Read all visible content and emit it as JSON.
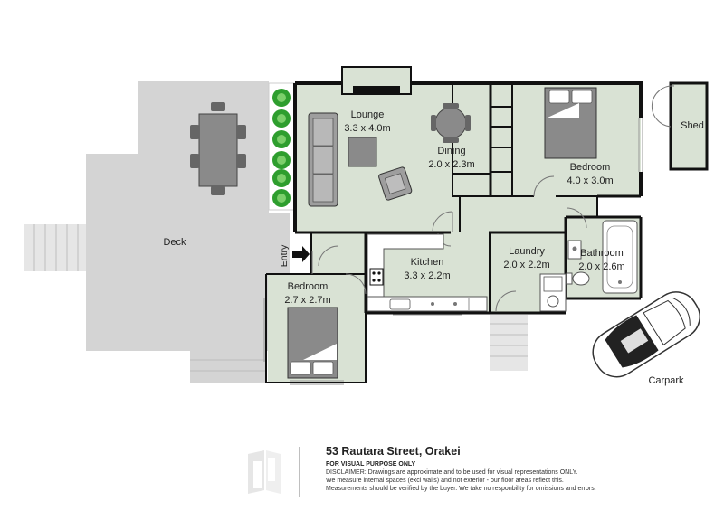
{
  "plan": {
    "rooms": {
      "lounge": {
        "name": "Lounge",
        "dims": "3.3 x 4.0m"
      },
      "dining": {
        "name": "Dining",
        "dims": "2.0 x 2.3m"
      },
      "bedroom1": {
        "name": "Bedroom",
        "dims": "4.0 x 3.0m"
      },
      "shed": {
        "name": "Shed"
      },
      "deck": {
        "name": "Deck"
      },
      "entry": {
        "name": "Entry"
      },
      "kitchen": {
        "name": "Kitchen",
        "dims": "3.3 x 2.2m"
      },
      "laundry": {
        "name": "Laundry",
        "dims": "2.0 x 2.2m"
      },
      "bathroom": {
        "name": "Bathroom",
        "dims": "2.0 x 2.6m"
      },
      "bedroom2": {
        "name": "Bedroom",
        "dims": "2.7 x 2.7m"
      },
      "carpark": {
        "name": "Carpark"
      }
    },
    "colors": {
      "room_fill": "#d9e2d4",
      "deck_fill": "#d4d4d4",
      "wall": "#111111",
      "plant": "#2e9e2e"
    }
  },
  "footer": {
    "address": "53 Rautara Street, Orakei",
    "visual_notice": "FOR VISUAL PURPOSE ONLY",
    "disclaimer_lines": [
      "DISCLAIMER:  Drawings are approximate and to be used for visual representations ONLY.",
      "We measure internal spaces (excl walls) and not exterior - our floor areas reflect this.",
      "Measurements should be verified by the buyer. We take no responbility for omissions and errors."
    ]
  }
}
